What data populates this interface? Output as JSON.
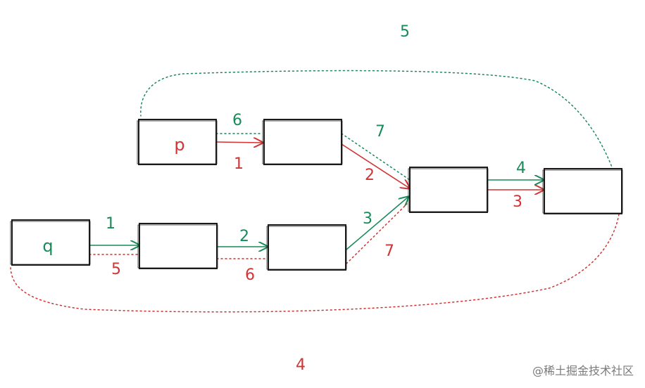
{
  "nodes": {
    "p": {
      "label": "p"
    },
    "q": {
      "label": "q"
    }
  },
  "green_labels": {
    "l1": "1",
    "l2": "2",
    "l3": "3",
    "l4": "4",
    "l5": "5",
    "l6": "6",
    "l7": "7"
  },
  "red_labels": {
    "l1": "1",
    "l2": "2",
    "l3": "3",
    "l4": "4",
    "l5": "5",
    "l6": "6",
    "l7": "7"
  },
  "colors": {
    "green": "#198a5a",
    "red": "#d03434",
    "box": "#1a1a1a"
  },
  "watermark": "@稀土掘金技术社区"
}
